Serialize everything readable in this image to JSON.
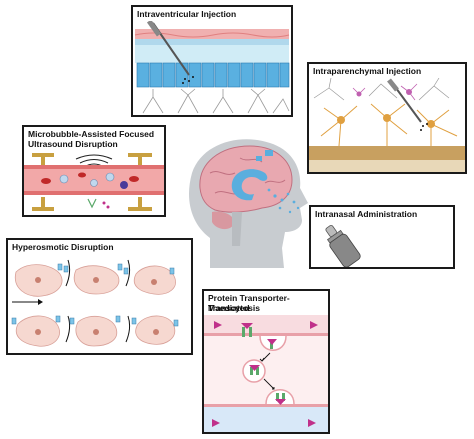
{
  "panels": {
    "intraventricular": {
      "title": "Intraventricular Injection"
    },
    "intraparenchymal": {
      "title": "Intraparenchymal Injection"
    },
    "focused_ultrasound": {
      "title_line1": "Microbubble-Assisted Focused",
      "title_line2": "Ultrasound Disruption"
    },
    "intranasal": {
      "title": "Intranasal Administration"
    },
    "hyperosmotic": {
      "title": "Hyperosmotic Disruption"
    },
    "transcytosis": {
      "title_line1": "Protein Transporter-Maediated",
      "title_line2": "Transcytosis"
    }
  },
  "colors": {
    "border": "#1a1a1a",
    "vessel_red": "#e88080",
    "endothelium_blue": "#7cc4e8",
    "transporter_green": "#5aa86a",
    "cargo_magenta": "#c0308a",
    "astrocyte_gold": "#c8a040",
    "neuron_orange": "#e0a040",
    "cell_pink": "#f2c8c0",
    "brain_pink": "#e8a8b0",
    "head_gray": "#c8ccd0"
  }
}
